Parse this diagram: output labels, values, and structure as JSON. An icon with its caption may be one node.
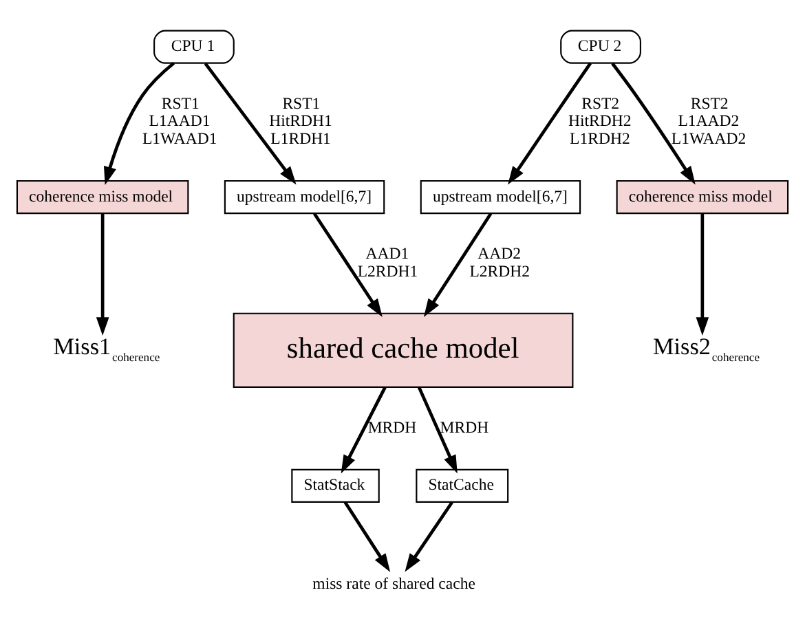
{
  "diagram": {
    "nodes": [
      {
        "text": [
          "CPU 1"
        ]
      },
      {
        "text": [
          "CPU 2"
        ]
      },
      {
        "text": [
          "coherence miss model"
        ]
      },
      {
        "text": [
          "upstream model[6,7]"
        ]
      },
      {
        "text": [
          "upstream model[6,7]"
        ]
      },
      {
        "text": [
          "coherence miss model"
        ]
      },
      {
        "text": [
          "Miss1$_{coherence}$"
        ]
      },
      {
        "text": [
          "Miss2$_{coherence}$"
        ]
      },
      {
        "text": [
          "shared cache model"
        ]
      },
      {
        "text": [
          "StatStack"
        ]
      },
      {
        "text": [
          "StatCache"
        ]
      },
      {
        "text": [
          "miss rate of shared cache"
        ]
      }
    ],
    "edges": [
      {
        "from": 0,
        "to": 2,
        "arrow": "to",
        "label": "RST1 L1AAD1 L1WAAD1"
      },
      {
        "from": 0,
        "to": 3,
        "arrow": "to",
        "label": "RST1 HitRDH1 L1RDH1"
      },
      {
        "from": 1,
        "to": 4,
        "arrow": "to",
        "label": "RST2 HitRDH2 L1RDH2"
      },
      {
        "from": 1,
        "to": 5,
        "arrow": "to",
        "label": "RST2 L1AAD2 L1WAAD2"
      },
      {
        "from": 2,
        "to": 6,
        "arrow": "to"
      },
      {
        "from": 5,
        "to": 7,
        "arrow": "to"
      },
      {
        "from": 3,
        "to": 8,
        "arrow": "to",
        "label": "AAD1 L2RDH1"
      },
      {
        "from": 4,
        "to": 8,
        "arrow": "to",
        "label": "AAD2 L2RDH2"
      },
      {
        "from": 8,
        "to": 9,
        "arrow": "to",
        "label": "MRDH"
      },
      {
        "from": 8,
        "to": 10,
        "arrow": "to",
        "label": "MRDH"
      },
      {
        "from": 9,
        "to": 11,
        "arrow": "to"
      },
      {
        "from": 10,
        "to": 11,
        "arrow": "to"
      }
    ]
  }
}
